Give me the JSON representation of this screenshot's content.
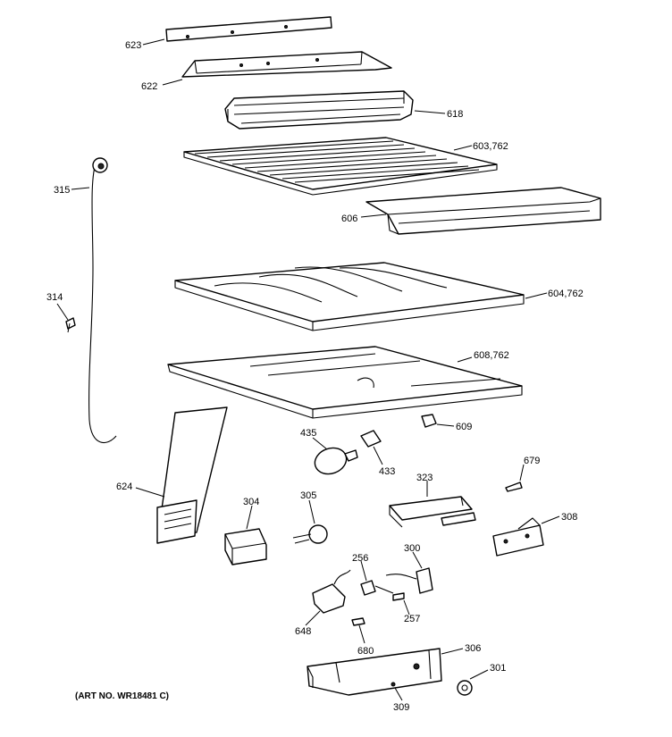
{
  "art_number": "(ART NO. WR18481 C)",
  "labels": {
    "l623": "623",
    "l622": "622",
    "l618": "618",
    "l603": "603,762",
    "l315": "315",
    "l606": "606",
    "l314": "314",
    "l604": "604,762",
    "l608": "608,762",
    "l609": "609",
    "l435": "435",
    "l433": "433",
    "l679": "679",
    "l624": "624",
    "l323": "323",
    "l304": "304",
    "l305": "305",
    "l308": "308",
    "l256": "256",
    "l300": "300",
    "l648": "648",
    "l257": "257",
    "l680": "680",
    "l306": "306",
    "l301": "301",
    "l309": "309"
  }
}
